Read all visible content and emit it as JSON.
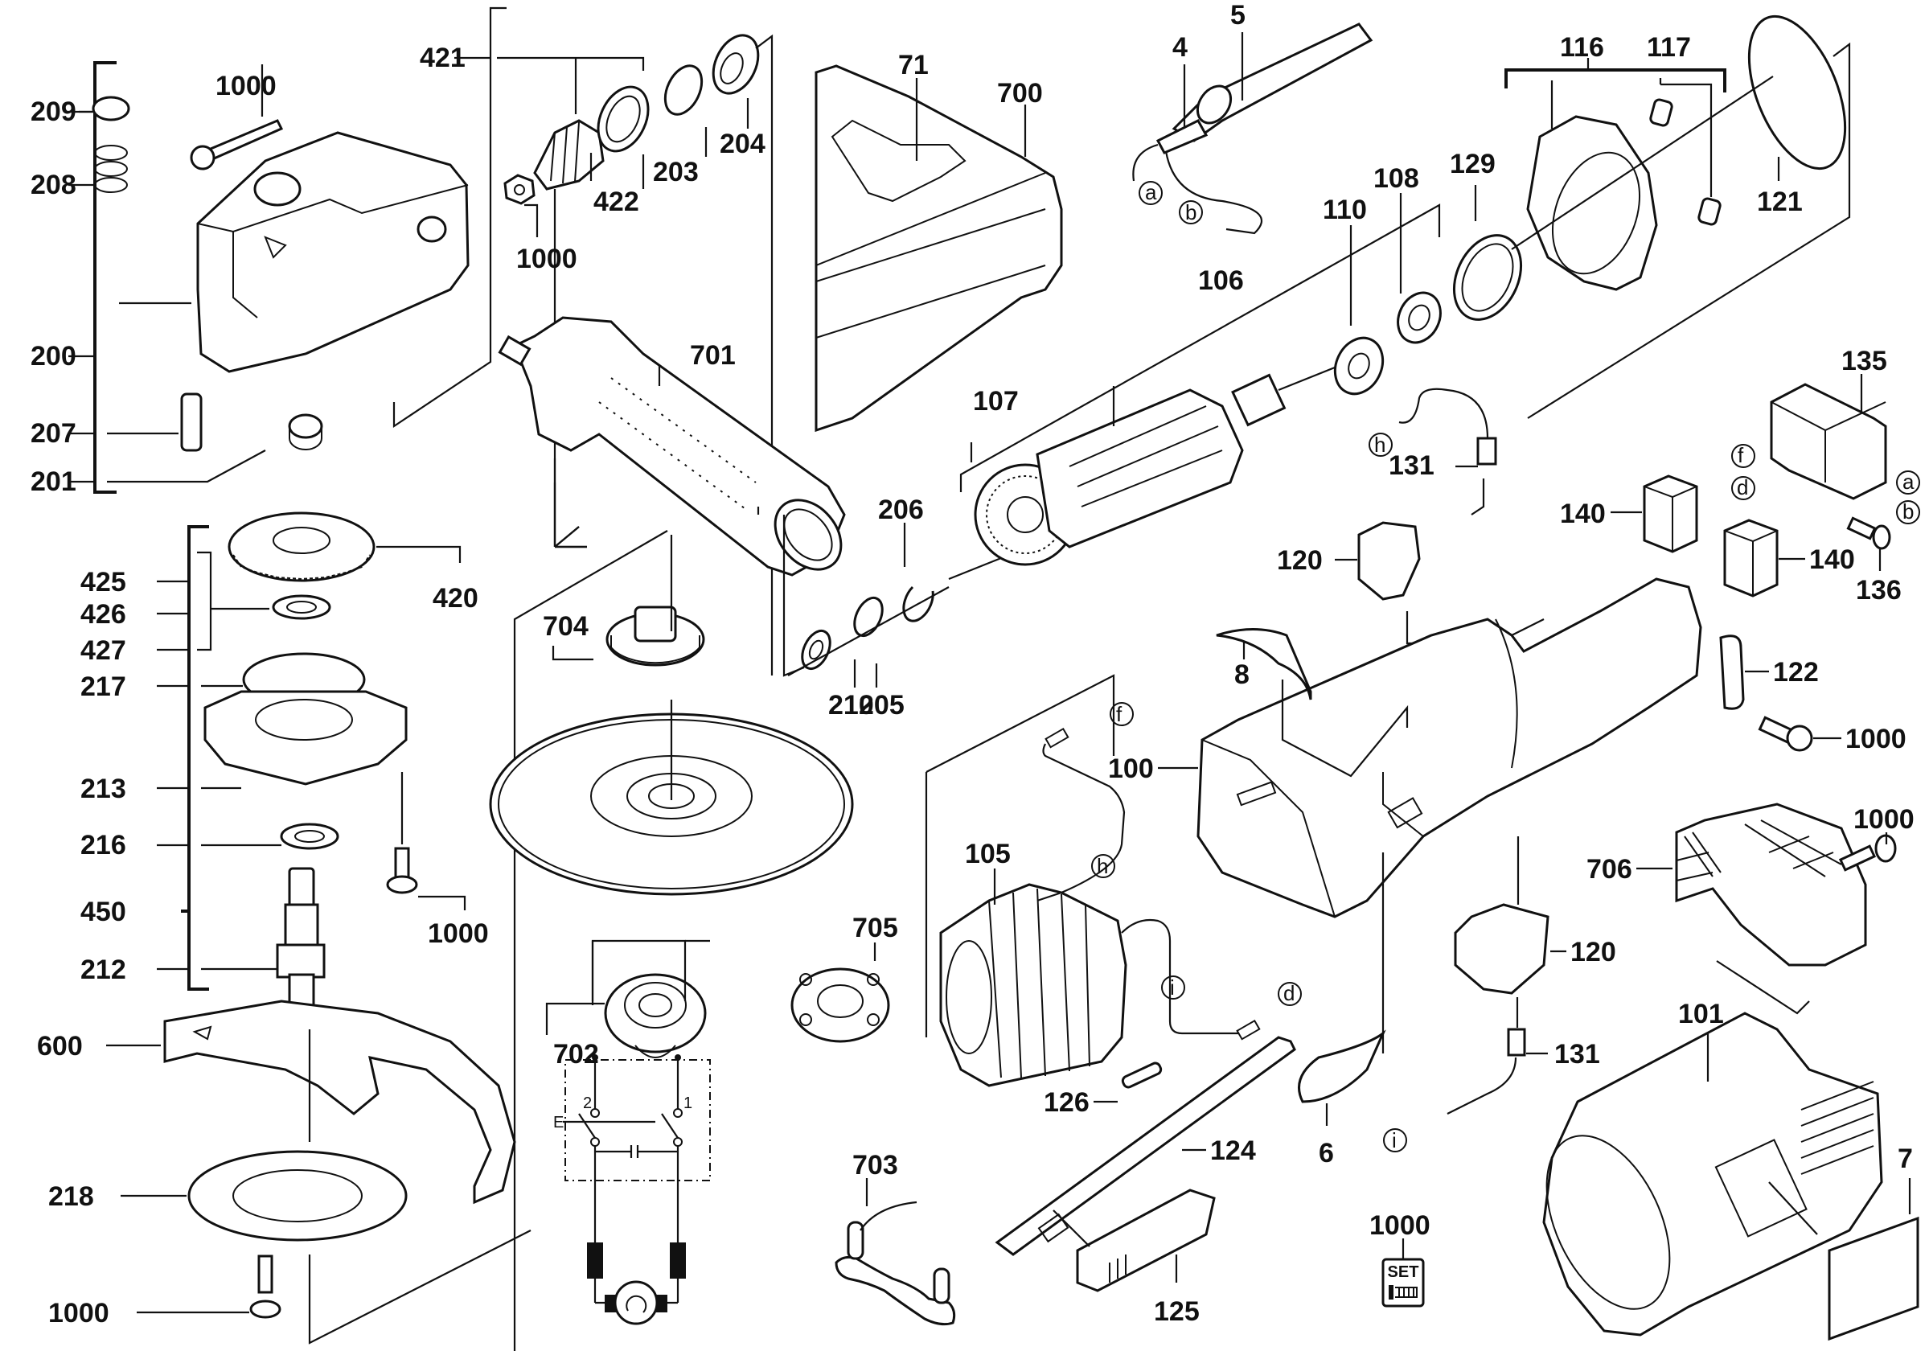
{
  "diagram": {
    "title": "Angle grinder exploded parts diagram",
    "part_labels": {
      "p209": "209",
      "p208": "208",
      "p200": "200",
      "p207": "207",
      "p201": "201",
      "p1000_a": "1000",
      "p1000_b": "1000",
      "p1000_c": "1000",
      "p1000_d": "1000",
      "p1000_e": "1000",
      "p1000_f": "1000",
      "p1000_set": "1000",
      "p421": "421",
      "p422": "422",
      "p203": "203",
      "p204": "204",
      "p71": "71",
      "p700": "700",
      "p701": "701",
      "p420": "420",
      "p425": "425",
      "p426": "426",
      "p427": "427",
      "p217": "217",
      "p213": "213",
      "p216": "216",
      "p450": "450",
      "p212": "212",
      "p600": "600",
      "p218": "218",
      "p704": "704",
      "p206": "206",
      "p210": "210",
      "p205": "205",
      "p702": "702",
      "p705": "705",
      "p703": "703",
      "p4": "4",
      "p5": "5",
      "p116": "116",
      "p117": "117",
      "p121": "121",
      "p129": "129",
      "p108": "108",
      "p110": "110",
      "p106": "106",
      "p107": "107",
      "p131_a": "131",
      "p131_b": "131",
      "p135": "135",
      "p140_a": "140",
      "p140_b": "140",
      "p136": "136",
      "p120_a": "120",
      "p120_b": "120",
      "p122": "122",
      "p8": "8",
      "p100": "100",
      "p105": "105",
      "p706": "706",
      "p126": "126",
      "p124": "124",
      "p125": "125",
      "p6": "6",
      "p101": "101",
      "p7": "7"
    },
    "connector_labels": {
      "a1": "a",
      "b1": "b",
      "a2": "a",
      "b2": "b",
      "f1": "f",
      "d1": "d",
      "f2": "f",
      "d2": "d",
      "h1": "h",
      "h2": "h",
      "i1": "i",
      "i2": "i"
    },
    "schematic": {
      "terminal_1": "1",
      "terminal_2": "2",
      "ground": "E"
    },
    "set_badge": "SET"
  }
}
